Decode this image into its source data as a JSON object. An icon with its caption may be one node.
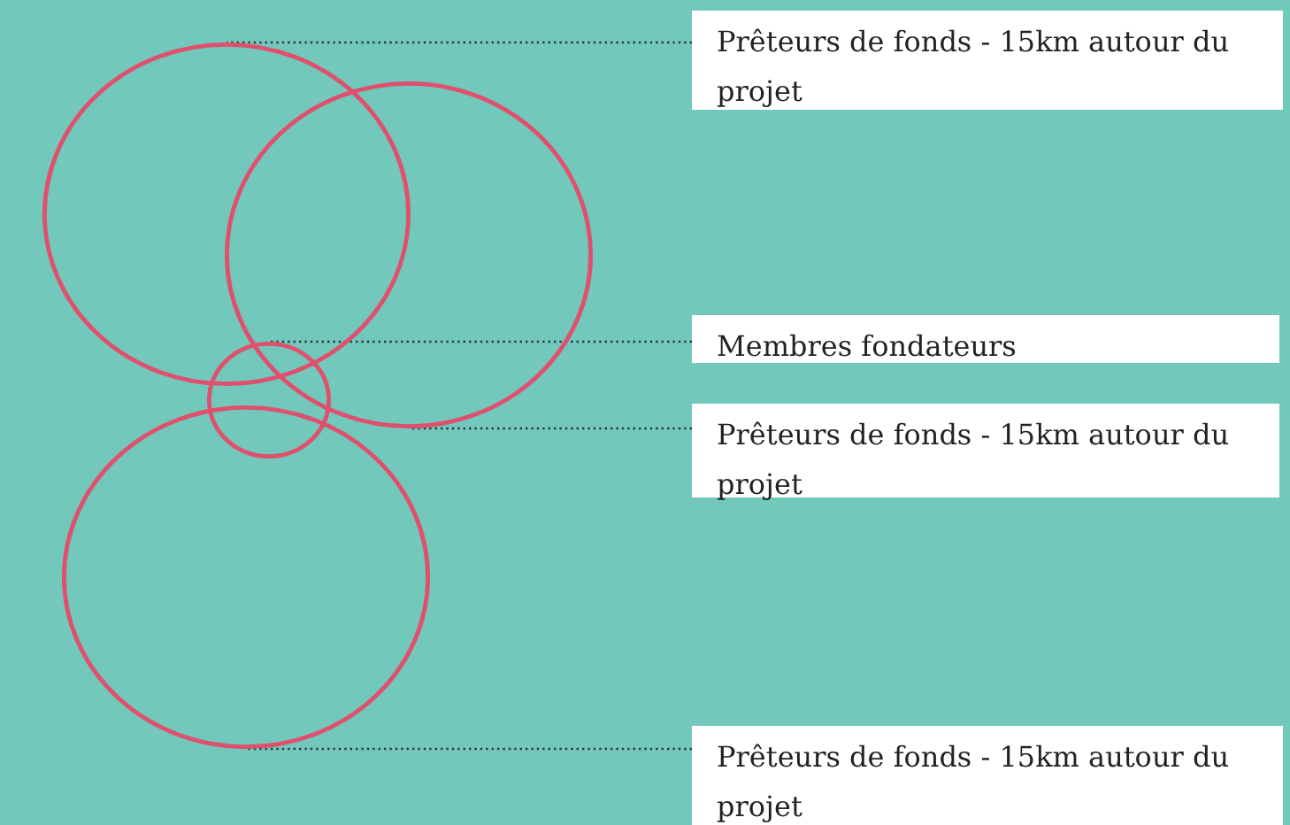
{
  "diagram": {
    "nodes": [
      {
        "text": [],
        "shape": "circle"
      },
      {
        "text": [],
        "shape": "circle"
      },
      {
        "text": [],
        "shape": "circle"
      },
      {
        "text": [],
        "shape": "circle"
      },
      {
        "text": [
          "Prêteurs de fonds - 15km autour du projet"
        ]
      },
      {
        "text": [
          "Membres fondateurs"
        ]
      },
      {
        "text": [
          "Prêteurs de fonds - 15km autour du projet"
        ]
      },
      {
        "text": [
          "Prêteurs de fonds - 15km autour du projet"
        ]
      }
    ],
    "edges": [
      {
        "from": 4,
        "to": 0,
        "arrow": "none"
      },
      {
        "from": 5,
        "to": 2,
        "arrow": "none"
      },
      {
        "from": 6,
        "to": 1,
        "arrow": "none"
      },
      {
        "from": 7,
        "to": 3,
        "arrow": "none"
      }
    ]
  }
}
